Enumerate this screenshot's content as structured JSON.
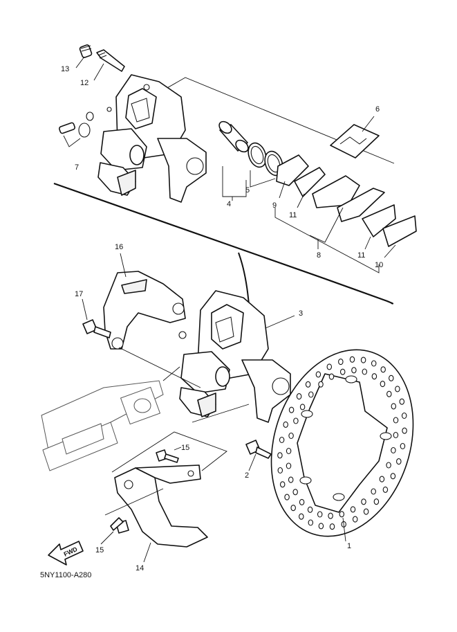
{
  "drawing_code": "5NY1100-A280",
  "fwd_label": "FWD",
  "callouts": {
    "c1": "1",
    "c2": "2",
    "c3": "3",
    "c4": "4",
    "c5": "5",
    "c6": "6",
    "c7": "7",
    "c8": "8",
    "c9": "9",
    "c10": "10",
    "c11a": "11",
    "c11b": "11",
    "c12": "12",
    "c13": "13",
    "c14": "14",
    "c15a": "15",
    "c15b": "15",
    "c16": "16",
    "c17": "17"
  },
  "colors": {
    "ink": "#111111",
    "paper": "#ffffff"
  }
}
